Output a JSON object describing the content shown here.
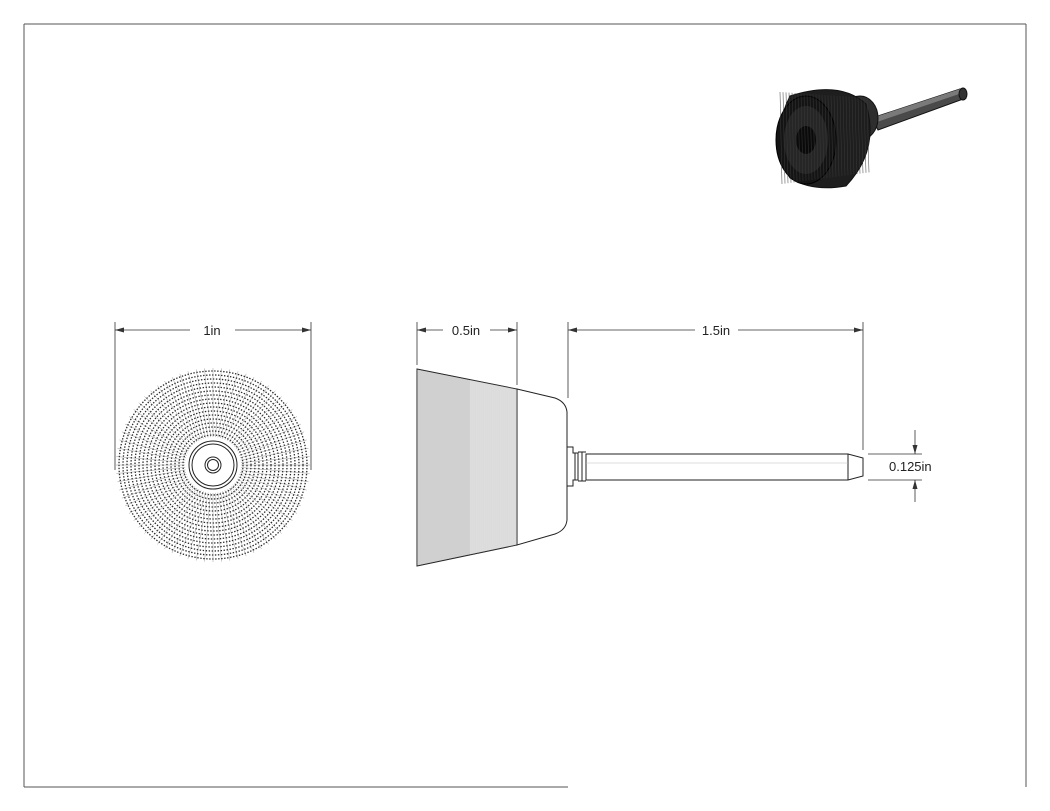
{
  "drawing": {
    "units": "in",
    "dimensions": {
      "brush_diameter": {
        "label": "1in",
        "value": 1
      },
      "brush_length": {
        "label": "0.5in",
        "value": 0.5
      },
      "shank_length": {
        "label": "1.5in",
        "value": 1.5
      },
      "shank_diameter": {
        "label": "0.125in",
        "value": 0.125
      }
    },
    "views": [
      "front-view",
      "side-view",
      "isometric-view"
    ]
  },
  "colors": {
    "line": "#222222",
    "bristle_dark": "#1a1a1a",
    "background": "#ffffff"
  }
}
